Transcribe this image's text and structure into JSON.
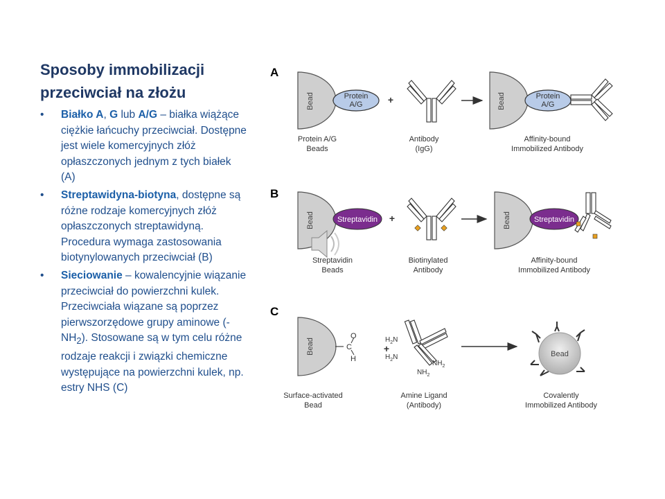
{
  "slide": {
    "title": "Sposoby immobilizacji przeciwciał na złożu",
    "bullets": [
      {
        "bold1": "Białko A",
        "sep1": ", ",
        "bold2": "G",
        "sep2": " lub ",
        "bold3": "A/G",
        "rest": " – białka wiążące ciężkie łańcuchy przeciwciał. Dostępne jest wiele komercyjnych złóż opłaszczonych jednym z tych białek (A)"
      },
      {
        "bold1": "Streptawidyna-biotyna",
        "rest": ", dostępne są różne rodzaje komercyjnych złóż opłaszczonych streptawidyną. Procedura wymaga zastosowania biotynylowanych przeciwciał (B)"
      },
      {
        "bold1": "Sieciowanie",
        "rest_a": " – kowalencyjnie wiązanie przeciwciał do powierzchni kulek. Przeciwciała wiązane są poprzez pierwszorzędowe grupy aminowe (-NH",
        "sub": "2",
        "rest_b": "). Stosowane są w tym celu różne rodzaje reakcji i związki chemiczne występujące na powierzchni kulek, np. estry NHS (C)"
      }
    ],
    "bullet_symbol": "•"
  },
  "panels": {
    "A": {
      "label": "A",
      "bead": "Bead",
      "protein_l1": "Protein",
      "protein_l2": "A/G",
      "plus": "+",
      "cap1_l1": "Protein A/G",
      "cap1_l2": "Beads",
      "cap2_l1": "Antibody",
      "cap2_l2": "(IgG)",
      "cap3_l1": "Affinity-bound",
      "cap3_l2": "Immobilized Antibody",
      "protein_color": "#b8cbe8"
    },
    "B": {
      "label": "B",
      "bead": "Bead",
      "streptavidin": "Streptavidin",
      "plus": "+",
      "cap1_l1": "Streptavidin",
      "cap1_l2": "Beads",
      "cap2_l1": "Biotinylated",
      "cap2_l2": "Antibody",
      "cap3_l1": "Affinity-bound",
      "cap3_l2": "Immobilized Antibody",
      "streptavidin_color": "#7b2d8e",
      "biotin_color": "#e8a020"
    },
    "C": {
      "label": "C",
      "bead": "Bead",
      "ald_c": "C",
      "ald_o": "O",
      "ald_h": "H",
      "plus": "+",
      "nh2": "NH",
      "h2n": "H",
      "two": "2",
      "cap1_l1": "Surface-activated",
      "cap1_l2": "Bead",
      "cap2_l1": "Amine Ligand",
      "cap2_l2": "(Antibody)",
      "cap3_l1": "Covalently",
      "cap3_l2": "Immobilized Antibody"
    }
  },
  "colors": {
    "title": "#1f3864",
    "text": "#1f4e8c",
    "bead": "#cfcfcf"
  }
}
